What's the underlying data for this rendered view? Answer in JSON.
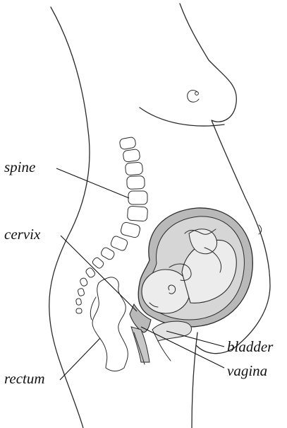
{
  "labels": {
    "spine": "spine",
    "cervix": "cervix",
    "rectum": "rectum",
    "bladder": "bladder",
    "vagina": "vagina"
  },
  "colors": {
    "outline": "#2b2b2b",
    "uterus_fill": "#b9b9b9",
    "amniotic_fill": "#d6d6d6",
    "fetus_fill": "#ececec",
    "background": "#ffffff"
  }
}
